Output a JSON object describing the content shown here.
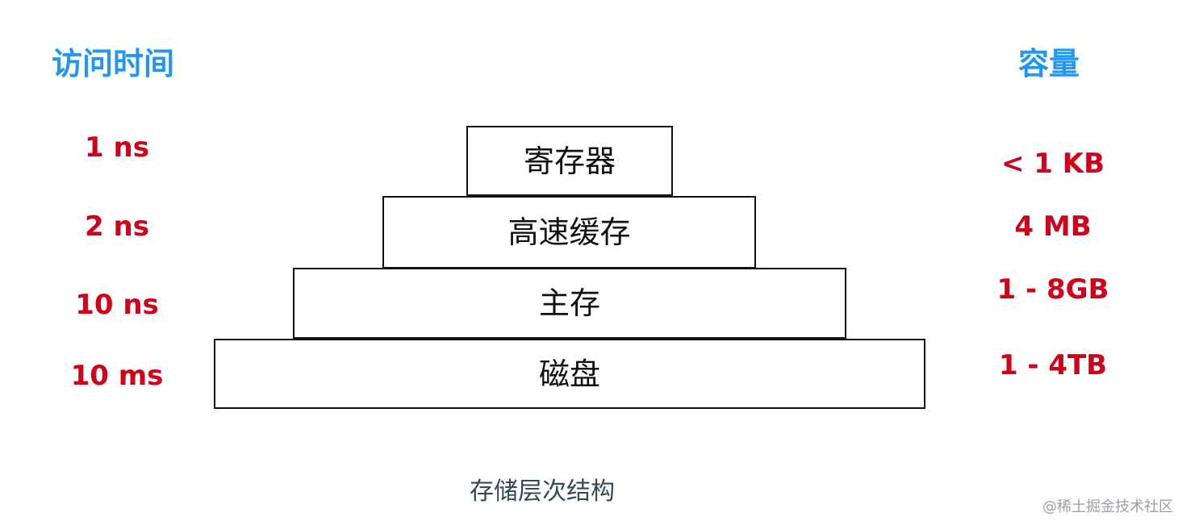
{
  "headers": {
    "access_time": "访问时间",
    "capacity": "容量"
  },
  "levels": [
    {
      "name": "寄存器",
      "access_time": "1 ns",
      "capacity": "< 1 KB"
    },
    {
      "name": "高速缓存",
      "access_time": "2 ns",
      "capacity": "4 MB"
    },
    {
      "name": "主存",
      "access_time": "10 ns",
      "capacity": "1 - 8GB"
    },
    {
      "name": "磁盘",
      "access_time": "10 ms",
      "capacity": "1 - 4TB"
    }
  ],
  "caption": "存储层次结构",
  "watermark": "@稀土掘金技术社区",
  "colors": {
    "header": "#2196F3",
    "metric": "#D0021B",
    "box_border": "#111111",
    "caption": "#34495E",
    "watermark": "#9AA0A6"
  }
}
